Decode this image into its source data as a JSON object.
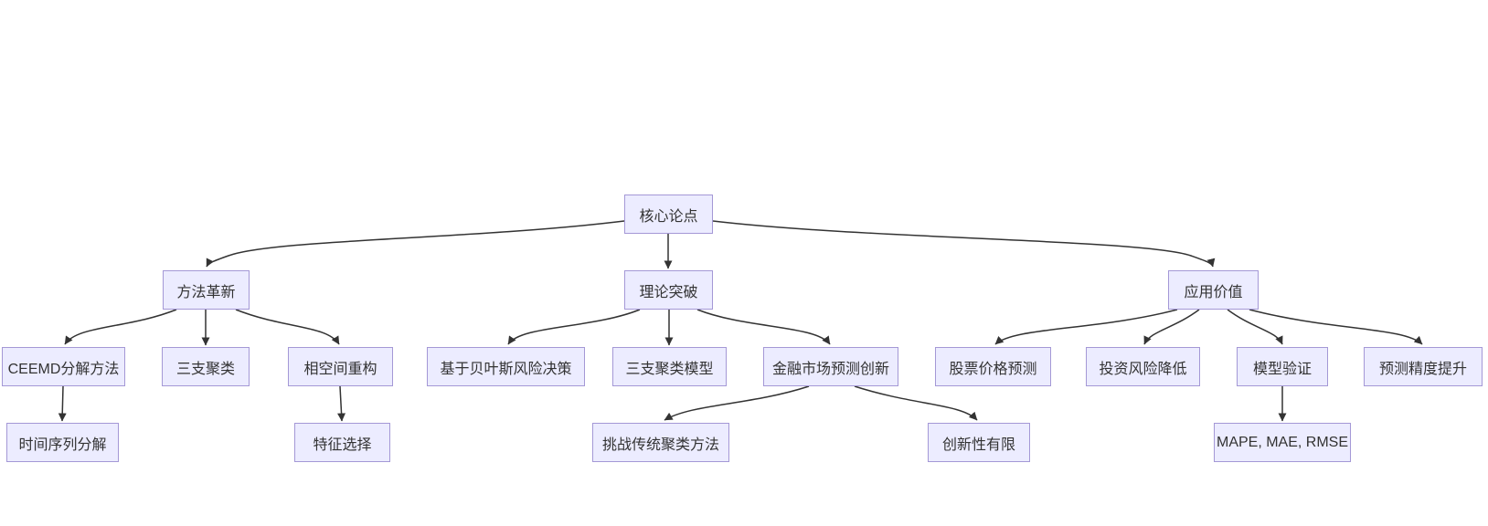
{
  "diagram": {
    "type": "flowchart-top-down",
    "colors": {
      "background": "#ffffff",
      "node_fill": "#ECECFF",
      "node_border": "#a498d6",
      "edge": "#333333",
      "text": "#333333"
    },
    "nodes": {
      "root": {
        "label": "核心论点"
      },
      "method": {
        "label": "方法革新"
      },
      "theory": {
        "label": "理论突破"
      },
      "application": {
        "label": "应用价值"
      },
      "ceemd": {
        "label": "CEEMD分解方法"
      },
      "threeway": {
        "label": "三支聚类"
      },
      "phase": {
        "label": "相空间重构"
      },
      "bayes": {
        "label": "基于贝叶斯风险决策"
      },
      "twcmodel": {
        "label": "三支聚类模型"
      },
      "finance": {
        "label": "金融市场预测创新"
      },
      "stock": {
        "label": "股票价格预测"
      },
      "risk": {
        "label": "投资风险降低"
      },
      "validation": {
        "label": "模型验证"
      },
      "accuracy": {
        "label": "预测精度提升"
      },
      "timeseries": {
        "label": "时间序列分解"
      },
      "feature": {
        "label": "特征选择"
      },
      "challenge": {
        "label": "挑战传统聚类方法"
      },
      "limited": {
        "label": "创新性有限"
      },
      "metrics": {
        "label": "MAPE, MAE, RMSE"
      }
    },
    "edges": [
      {
        "from": "root",
        "to": "method"
      },
      {
        "from": "root",
        "to": "theory"
      },
      {
        "from": "root",
        "to": "application"
      },
      {
        "from": "method",
        "to": "ceemd"
      },
      {
        "from": "method",
        "to": "threeway"
      },
      {
        "from": "method",
        "to": "phase"
      },
      {
        "from": "theory",
        "to": "bayes"
      },
      {
        "from": "theory",
        "to": "twcmodel"
      },
      {
        "from": "theory",
        "to": "finance"
      },
      {
        "from": "application",
        "to": "stock"
      },
      {
        "from": "application",
        "to": "risk"
      },
      {
        "from": "application",
        "to": "validation"
      },
      {
        "from": "application",
        "to": "accuracy"
      },
      {
        "from": "ceemd",
        "to": "timeseries"
      },
      {
        "from": "phase",
        "to": "feature"
      },
      {
        "from": "finance",
        "to": "challenge"
      },
      {
        "from": "finance",
        "to": "limited"
      },
      {
        "from": "validation",
        "to": "metrics"
      }
    ]
  }
}
